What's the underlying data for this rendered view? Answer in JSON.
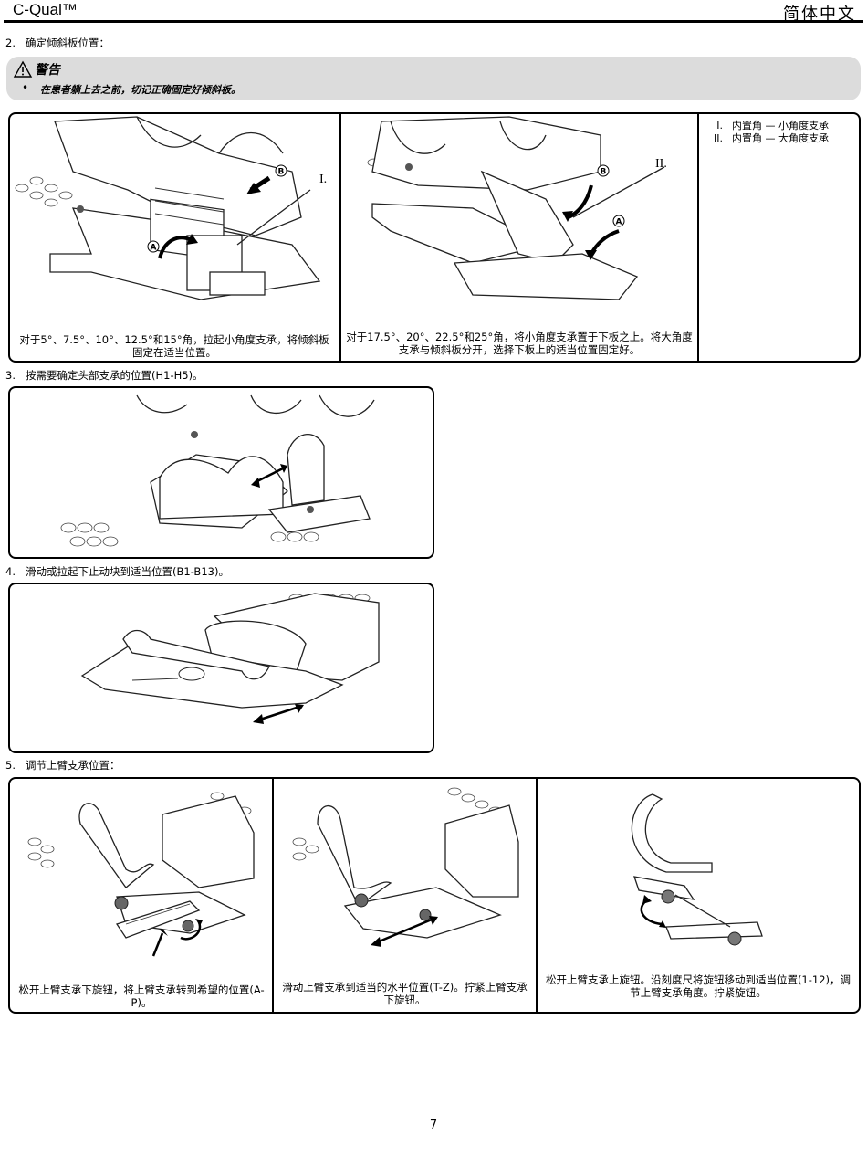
{
  "header": {
    "brand": "C-Qual™",
    "language": "简体中文"
  },
  "steps": [
    {
      "number": "2.",
      "text": "确定倾斜板位置："
    },
    {
      "number": "3.",
      "text": "按需要确定头部支承的位置(H1-H5)。"
    },
    {
      "number": "4.",
      "text": "滑动或拉起下止动块到适当位置(B1-B13)。"
    },
    {
      "number": "5.",
      "text": "调节上臂支承位置："
    }
  ],
  "warning": {
    "title": "警告",
    "bullet": "•",
    "text": "在患者躺上去之前，切记正确固定好倾斜板。",
    "icon": "warning-triangle-icon"
  },
  "tilt_panel": {
    "caption_left": "对于5°、7.5°、10°、12.5°和15°角，拉起小角度支承，将倾斜板固定在适当位置。",
    "caption_middle": "对于17.5°、20°、22.5°和25°角，将小角度支承置于下板之上。将大角度支承与倾斜板分开，选择下板上的适当位置固定好。",
    "label_left": "I.",
    "label_middle": "II.",
    "callout_a": "A",
    "callout_b": "B",
    "legend": [
      {
        "roman": "I.",
        "text": "内置角 — 小角度支承"
      },
      {
        "roman": "II.",
        "text": "内置角 — 大角度支承"
      }
    ]
  },
  "arm_panel": {
    "caption_left": "松开上臂支承下旋钮，将上臂支承转到希望的位置(A-P)。",
    "caption_middle": "滑动上臂支承到适当的水平位置(T-Z)。拧紧上臂支承下旋钮。",
    "caption_right": "松开上臂支承上旋钮。沿刻度尺将旋钮移动到适当位置(1-12)，调节上臂支承角度。拧紧旋钮。"
  },
  "page_number": "7"
}
